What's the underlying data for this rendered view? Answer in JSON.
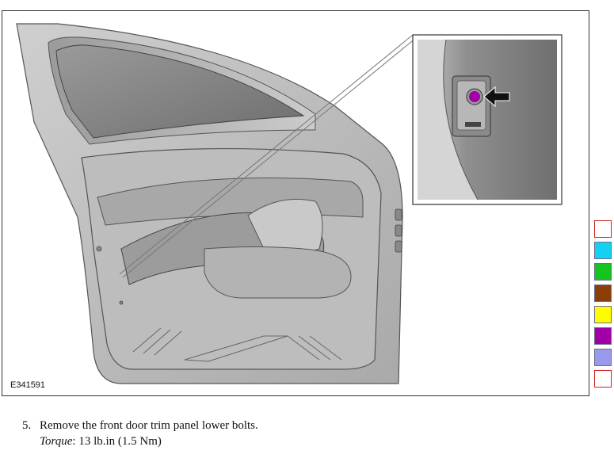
{
  "figure": {
    "id_label": "E341591",
    "arrow_icon": "black-arrow-left-icon",
    "highlight_color": "#a100a8"
  },
  "swatches": {
    "colors": [
      "#ffffff",
      "#14d0f2",
      "#14c51f",
      "#8b3f06",
      "#fffb00",
      "#a100a8",
      "#9999ee",
      "#ffffff"
    ]
  },
  "instruction": {
    "step_number": "5.",
    "text": "Remove the front door trim panel lower bolts.",
    "torque_label": "Torque",
    "torque_value": ": 13 lb.in (1.5 Nm)"
  }
}
